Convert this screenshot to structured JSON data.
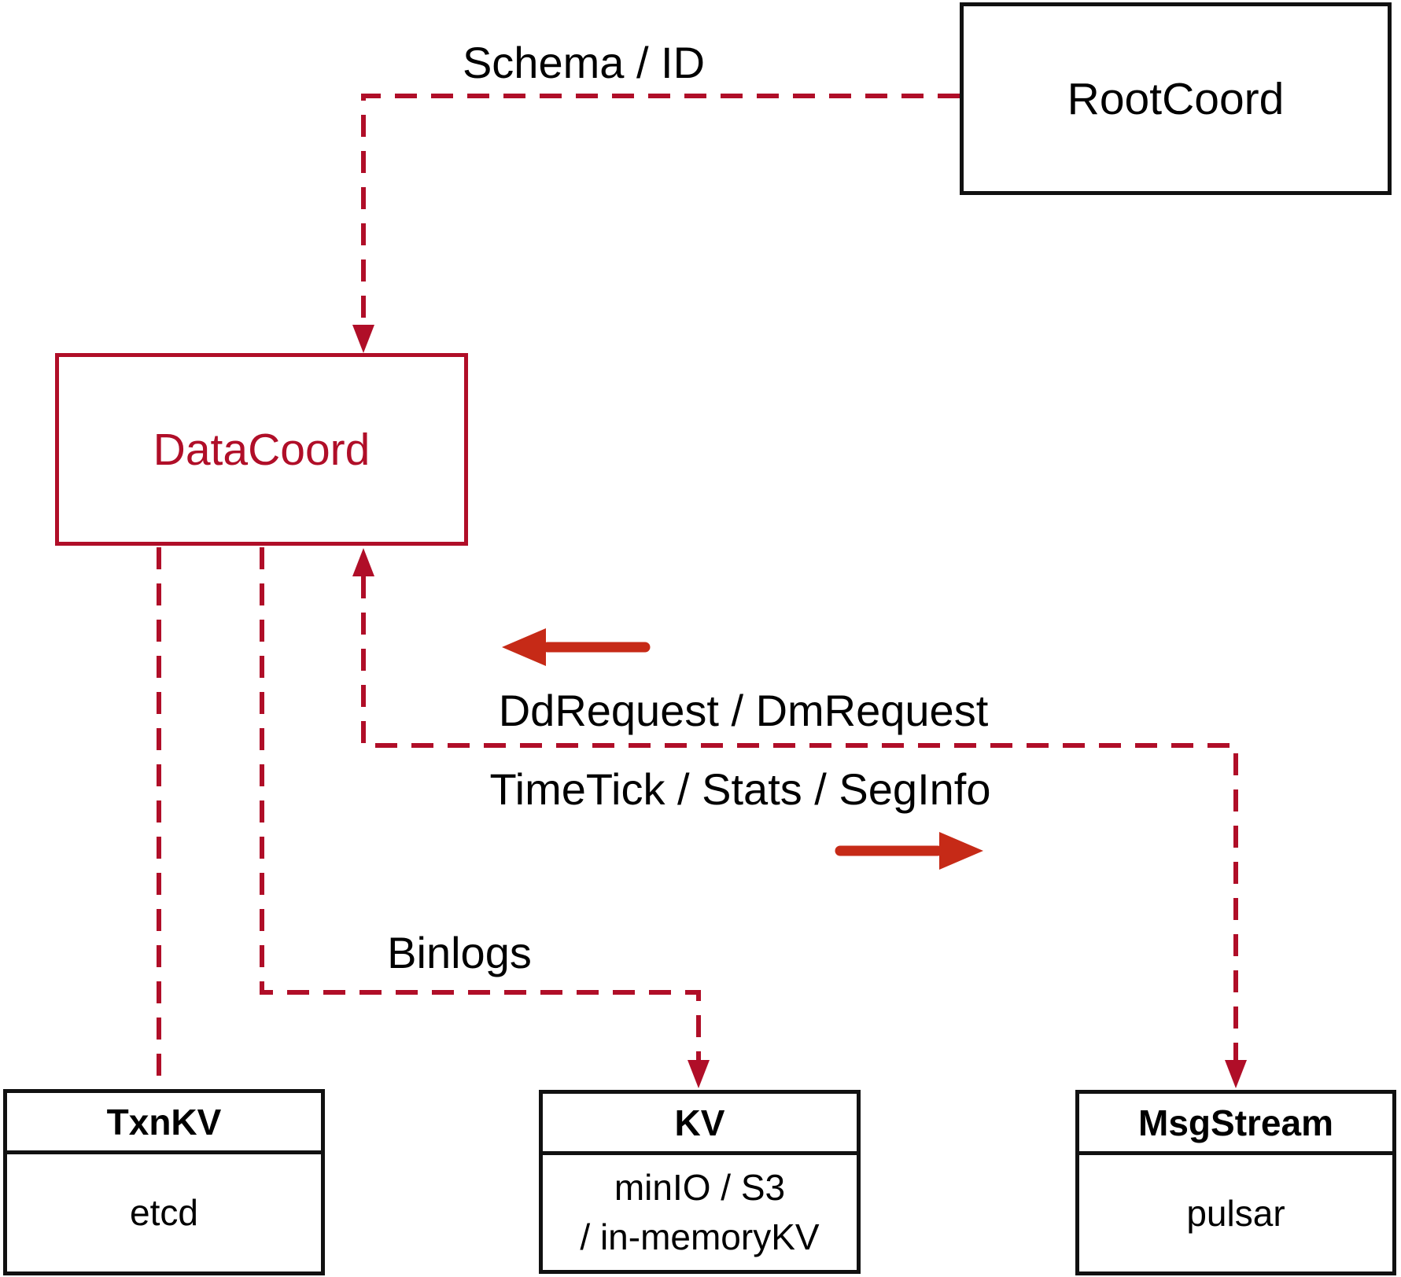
{
  "colors": {
    "connector_crimson": "#b00e28",
    "solid_arrow_red": "#c62a17",
    "box_border_black": "#111111",
    "background": "#ffffff"
  },
  "boxes": {
    "rootcoord": {
      "title": "RootCoord"
    },
    "datacoord": {
      "title": "DataCoord"
    },
    "txnkv": {
      "title": "TxnKV",
      "body": "etcd"
    },
    "kv": {
      "title": "KV",
      "body_line1": "minIO / S3",
      "body_line2": "/ in-memoryKV"
    },
    "msgstream": {
      "title": "MsgStream",
      "body": "pulsar"
    }
  },
  "edge_labels": {
    "schema_id": "Schema / ID",
    "dd_request": "DdRequest / DmRequest",
    "time_tick": "TimeTick / Stats / SegInfo",
    "binlogs": "Binlogs"
  }
}
